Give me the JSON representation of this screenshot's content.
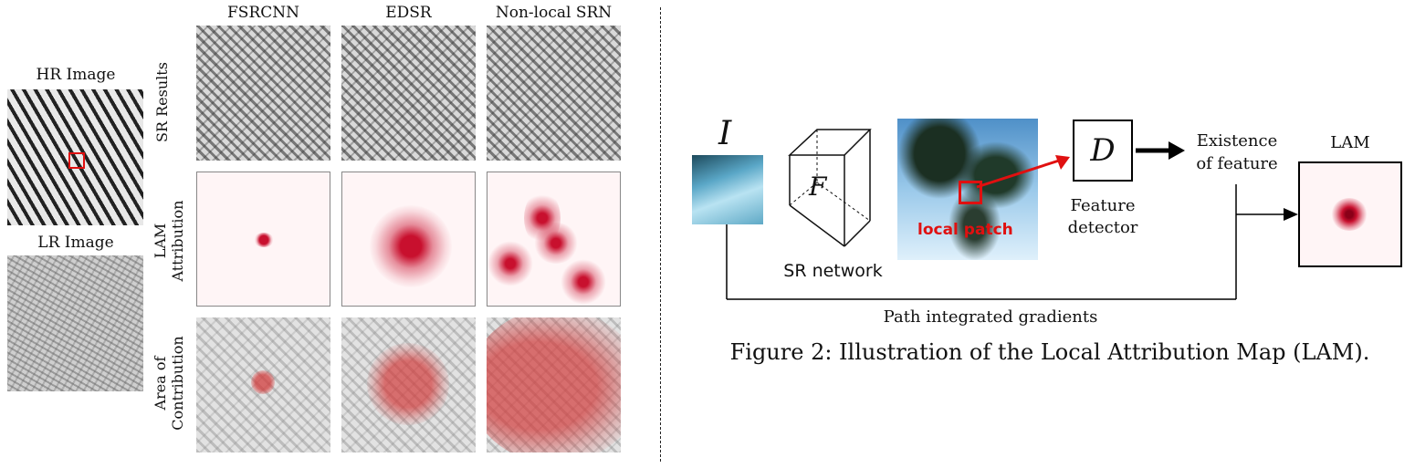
{
  "left_figure": {
    "hr_label": "HR Image",
    "lr_label": "LR Image",
    "columns": [
      "FSRCNN",
      "EDSR",
      "Non-local SRN"
    ],
    "rows": [
      "SR Results",
      "LAM\nAttribution",
      "Area of\nContribution"
    ]
  },
  "right_figure": {
    "input_symbol": "I",
    "network_symbol": "F",
    "network_label": "SR network",
    "patch_label": "local patch",
    "detector_symbol": "D",
    "detector_label": "Feature\ndetector",
    "existence_label": "Existence\nof feature",
    "lam_label": "LAM",
    "path_label": "Path integrated gradients",
    "caption": "Figure 2: Illustration of the Local Attribution Map (LAM)."
  },
  "colors": {
    "highlight_red": "#e01010",
    "lam_red": "#c8102e"
  }
}
